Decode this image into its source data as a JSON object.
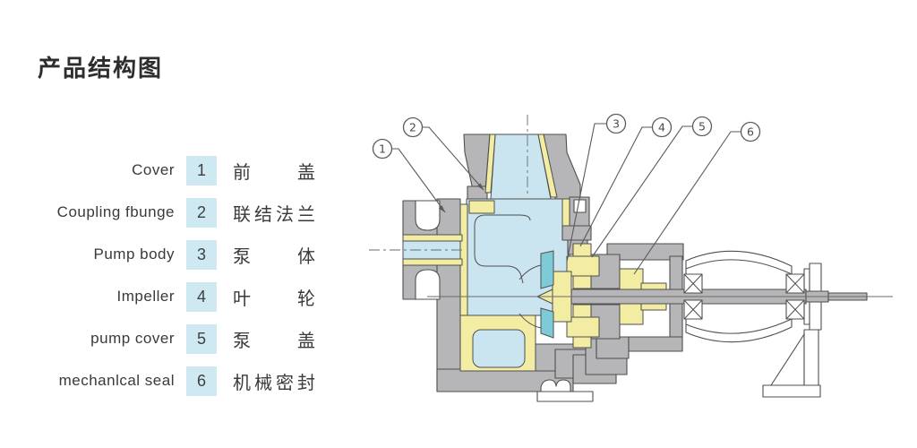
{
  "title": "产品结构图",
  "legend": {
    "rows": [
      {
        "en": "Cover",
        "num": "1",
        "zh": "前盖"
      },
      {
        "en": "Coupling fbunge",
        "num": "2",
        "zh": "联结法兰"
      },
      {
        "en": "Pump body",
        "num": "3",
        "zh": "泵体"
      },
      {
        "en": "Impeller",
        "num": "4",
        "zh": "叶轮"
      },
      {
        "en": "pump cover",
        "num": "5",
        "zh": "泵盖"
      },
      {
        "en": "mechanlcal seal",
        "num": "6",
        "zh": "机械密封"
      }
    ]
  },
  "diagram": {
    "callouts": [
      {
        "n": "1"
      },
      {
        "n": "2"
      },
      {
        "n": "3"
      },
      {
        "n": "4"
      },
      {
        "n": "5"
      },
      {
        "n": "6"
      }
    ]
  },
  "colors": {
    "metal_gray": "#b6b5b7",
    "fluid_blue": "#cae4f0",
    "lining_yellow": "#f2eda3",
    "impeller_teal": "#7ecbd8",
    "outline": "#4f4f4f",
    "centerline": "#6b6b6b",
    "callout": "#5a5a5a",
    "legend_box": "#cfe9f3",
    "text_dark": "#3a3a3a",
    "title": "#2d2d2d"
  }
}
